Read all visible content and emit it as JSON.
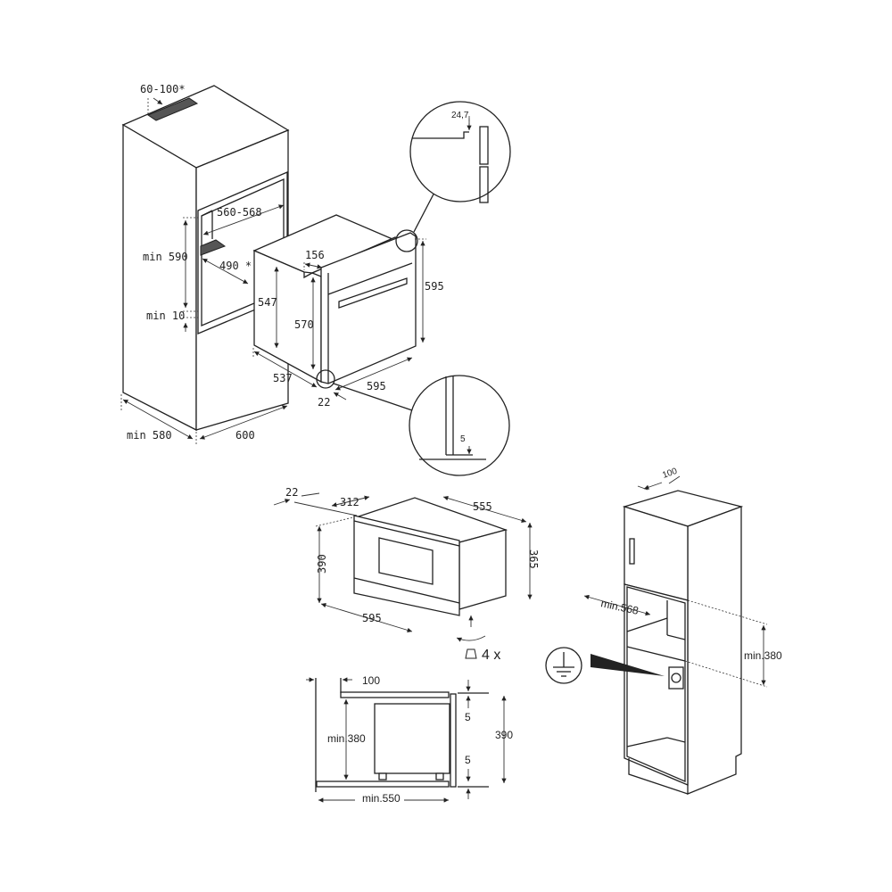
{
  "top_diagram": {
    "labels": {
      "vent_gap": "60-100*",
      "niche_width": "560-568",
      "niche_height": "min 590",
      "niche_depth": "490 *",
      "bottom_gap": "min 10",
      "front_depth": "156",
      "side_height": "547",
      "front_inner_height": "570",
      "total_height": "595",
      "body_depth": "537",
      "front_width": "595",
      "door_thickness": "22",
      "cabinet_depth": "min 580",
      "cabinet_width": "600"
    },
    "detail_top": {
      "label": "24,7"
    },
    "detail_bottom": {
      "label": "5"
    }
  },
  "compact_oven": {
    "labels": {
      "door_thickness": "22",
      "depth_front": "312",
      "depth_total": "555",
      "front_height": "390",
      "body_height": "365",
      "width": "595",
      "feet_count": "4 x"
    }
  },
  "section_view": {
    "labels": {
      "top_offset": "100",
      "min_height": "min.380",
      "gap_top": "5",
      "total_height": "390",
      "gap_bottom": "5",
      "min_depth": "min.550"
    }
  },
  "column_cabinet": {
    "labels": {
      "top_offset": "100",
      "min_width": "min.568",
      "min_height": "min.380"
    },
    "icons": [
      "ground-symbol-icon",
      "socket-icon"
    ]
  }
}
